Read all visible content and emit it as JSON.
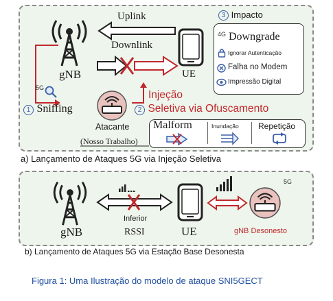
{
  "panel_a": {
    "uplink": "Uplink",
    "downlink": "Downlink",
    "gnb": "gNB",
    "ue": "UE",
    "impact_num": "3",
    "impact_title": "Impacto",
    "impact_items": {
      "downgrade": "Downgrade",
      "downgrade_icon": "4G",
      "ignore_auth": "Ignorar Autenticação",
      "modem_crash": "Falha no Modem",
      "fingerprint": "Impressão Digital"
    },
    "sniff_num": "1",
    "sniffing": "Sniffing",
    "sniff_icon": "5G",
    "attacker": "Atacante",
    "injection_num": "2",
    "injection_line1": "Injeção",
    "injection_line2": "Seletiva via Ofuscamento",
    "our_work": "(Nosso Trabalho)",
    "malform": "Malform",
    "flooding": "Inundação",
    "replay": "Repetição",
    "caption": "a) Lançamento de Ataques 5G via Injeção Seletiva"
  },
  "panel_b": {
    "gnb": "gNB",
    "ue": "UE",
    "inferior": "Inferior",
    "rssi": "RSSI",
    "rogue_gnb": "gNB Desonesto",
    "icon_5g": "5G",
    "caption": "b) Lançamento de Ataques 5G via Estação Base Desonesta"
  },
  "figure_caption": "Figura 1: Uma Ilustração do modelo de ataque SNI5GECT",
  "colors": {
    "red": "#c0282c",
    "blue": "#1f4fa0",
    "panel_bg": "#eef5ec"
  }
}
